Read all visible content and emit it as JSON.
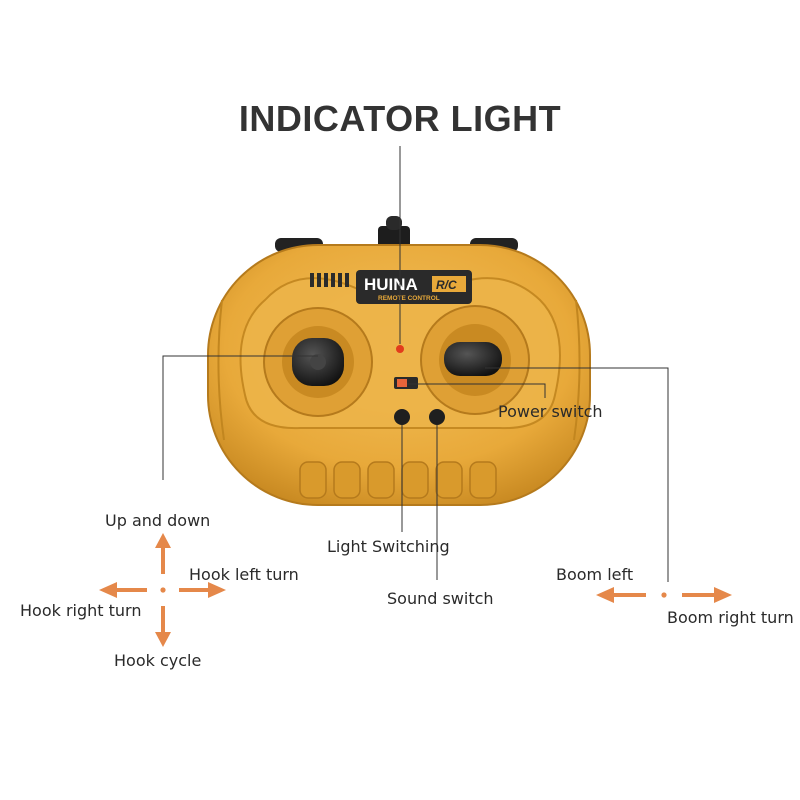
{
  "title": "INDICATOR LIGHT",
  "brand": {
    "name": "HUINA",
    "badge": "R/C",
    "subtitle": "REMOTE CONTROL"
  },
  "labels": {
    "power_switch": "Power switch",
    "light_switching": "Light Switching",
    "sound_switch": "Sound switch",
    "up_and_down": "Up and down",
    "hook_left_turn": "Hook left turn",
    "hook_right_turn": "Hook right turn",
    "hook_cycle": "Hook cycle",
    "boom_left": "Boom left",
    "boom_right_turn": "Boom right turn"
  },
  "colors": {
    "body": "#e8a93a",
    "body_dark": "#c98a22",
    "arrow": "#e5884a",
    "line": "#333333",
    "text": "#2a2a2a"
  }
}
